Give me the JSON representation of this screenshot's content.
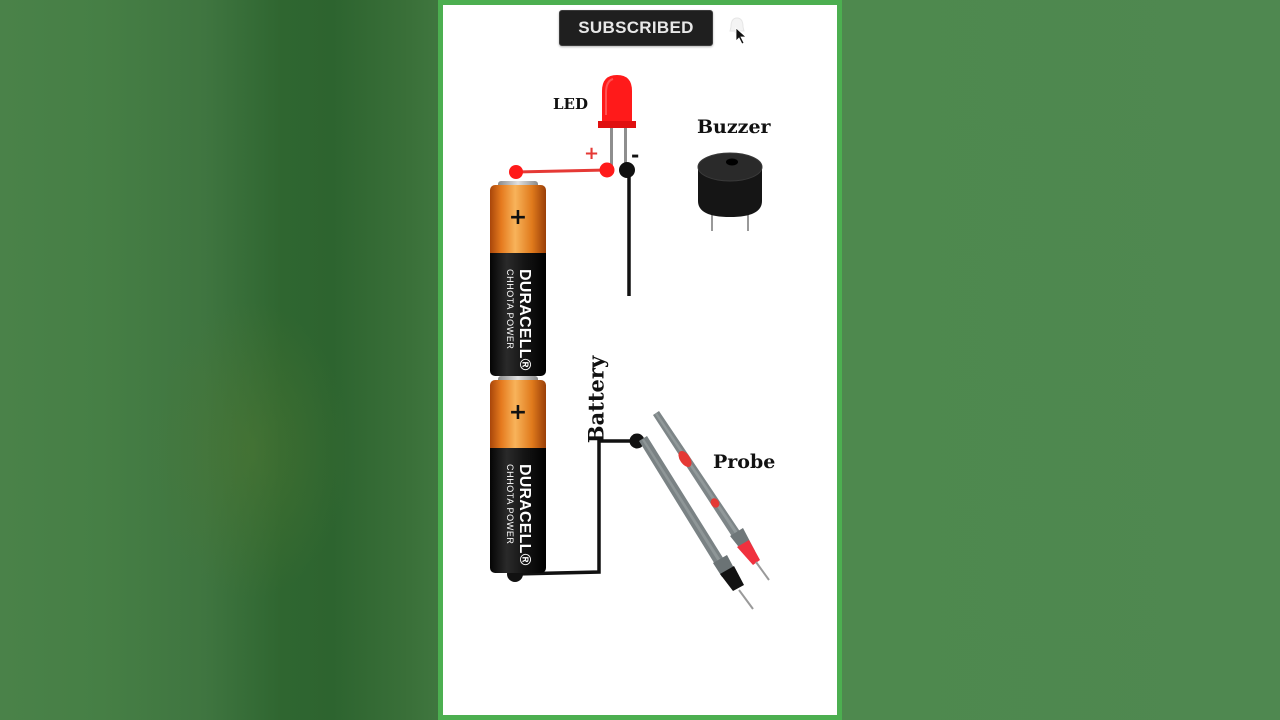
{
  "header": {
    "subscribe_label": "SUBSCRIBED",
    "bell_icon": "bell-icon",
    "cursor_icon": "mouse-pointer-icon"
  },
  "diagram": {
    "labels": {
      "led": "LED",
      "buzzer": "Buzzer",
      "battery": "Battery",
      "probe": "Probe",
      "led_positive": "+",
      "led_negative": "-"
    },
    "batteries": [
      {
        "polarity": "+",
        "brand": "DURACELL®",
        "tagline": "CHHOTA POWER"
      },
      {
        "polarity": "+",
        "brand": "DURACELL®",
        "tagline": "CHHOTA POWER"
      }
    ],
    "colors": {
      "led_red": "#ff1a1a",
      "positive_wire": "#e53935",
      "negative_wire": "#111111",
      "battery_copper": "#e57a1e",
      "battery_black": "#111111",
      "probe_gray": "#7d8587",
      "frame_green": "#4caf50",
      "background_green": "#3f7540"
    }
  }
}
